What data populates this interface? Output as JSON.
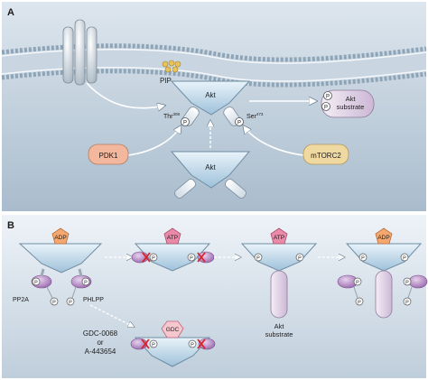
{
  "panels": [
    {
      "letter": "A"
    },
    {
      "letter": "B"
    }
  ],
  "panel_a": {
    "pip_label": "PIP",
    "akt_active": "Akt",
    "akt_inactive": "Akt",
    "thr_label": "Thr",
    "thr_sup": "308",
    "ser_label": "Ser",
    "ser_sup": "473",
    "phospho": "P",
    "substrate_line1": "Akt",
    "substrate_line2": "substrate",
    "pdk1": "PDK1",
    "mtorc2": "mTORC2"
  },
  "panel_b": {
    "adp": "ADP",
    "atp": "ATP",
    "gdc": "GDC",
    "pp2a": "PP2A",
    "phlpp": "PHLPP",
    "inhibitor_line1": "GDC-0068",
    "inhibitor_line2": "or",
    "inhibitor_line3": "A-443654",
    "substrate_line1": "Akt",
    "substrate_line2": "substrate",
    "phospho": "P"
  },
  "colors": {
    "panel_a_bg_top": "#dbe5ee",
    "panel_a_bg_bottom": "#aebfcf",
    "panel_b_bg_top": "#eef3f8",
    "panel_b_bg_bottom": "#c4d2df",
    "akt_body": "#b9d4e6",
    "pdk1_fill": "#f2b79c",
    "mtorc2_fill": "#f0d9a0",
    "adp_fill": "#f4a86f",
    "atp_fill": "#e98aa8",
    "gdc_fill": "#f6c7cf",
    "phosphatase_fill": "#b889c9",
    "inhibit_mark": "#d8242c"
  }
}
